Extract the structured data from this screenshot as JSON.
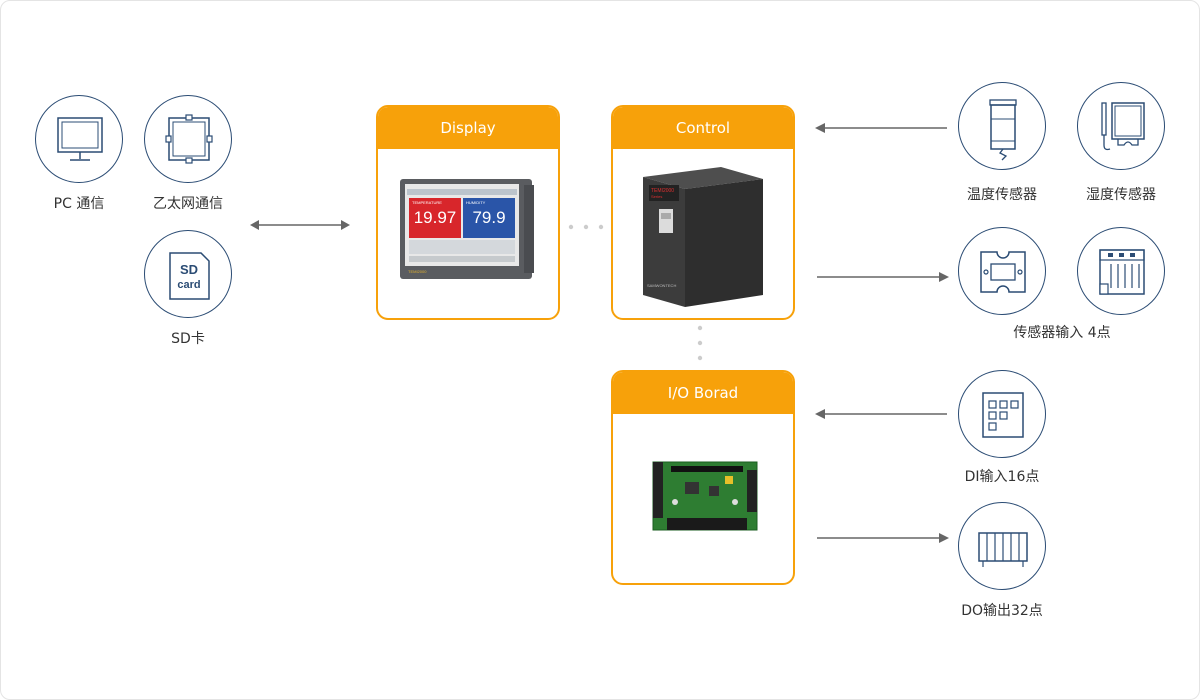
{
  "left_group": {
    "pc": {
      "label": "PC 通信",
      "icon": "monitor-icon"
    },
    "ethernet": {
      "label": "乙太网通信",
      "icon": "ethernet-frame-icon"
    },
    "sd": {
      "label": "SD卡",
      "icon": "sd-card-icon",
      "icon_text_1": "SD",
      "icon_text_2": "card"
    }
  },
  "modules": {
    "display": {
      "title": "Display",
      "screen": {
        "temp": "19.97",
        "humid": "79.9",
        "temp_label": "TEMPERATURE",
        "humid_label": "HUMIDITY",
        "brand": "TEMI2000"
      }
    },
    "control": {
      "title": "Control",
      "brand": "TEMI2000",
      "series": "Series",
      "maker": "SAMWONTECH"
    },
    "io": {
      "title": "I/O Borad"
    }
  },
  "right_group": {
    "temp_sensor": {
      "label": "温度传感器",
      "icon": "temperature-probe-icon"
    },
    "humid_sensor": {
      "label": "湿度传感器",
      "icon": "humidity-sensor-icon"
    },
    "sensor_input": {
      "label": "传感器输入 4点",
      "icons": [
        "relay-module-icon",
        "terminal-block-icon"
      ]
    },
    "di": {
      "label": "DI输入16点",
      "icon": "digital-input-icon"
    },
    "do": {
      "label": "DO输出32点",
      "icon": "digital-output-icon"
    }
  },
  "colors": {
    "accent": "#f7a10a",
    "icon_stroke": "#2b4c74",
    "arrow": "#666666",
    "dots": "#cccccc"
  }
}
